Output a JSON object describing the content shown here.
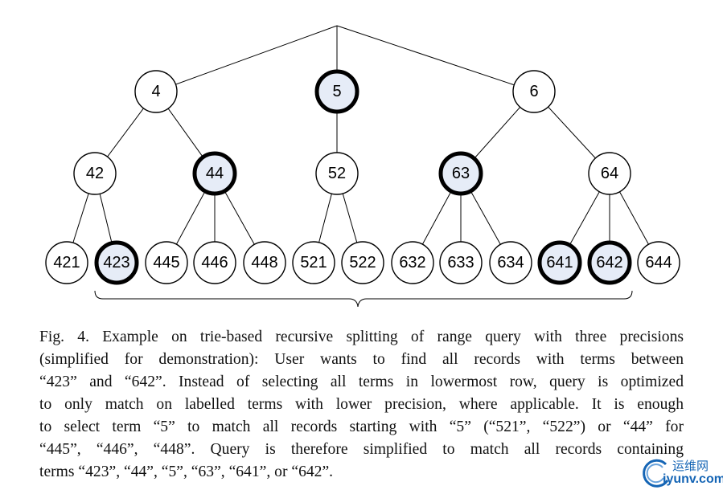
{
  "diagram": {
    "nodes": [
      {
        "id": "4",
        "label": "4",
        "highlighted": false
      },
      {
        "id": "5",
        "label": "5",
        "highlighted": true
      },
      {
        "id": "6",
        "label": "6",
        "highlighted": false
      },
      {
        "id": "42",
        "label": "42",
        "highlighted": false
      },
      {
        "id": "44",
        "label": "44",
        "highlighted": true
      },
      {
        "id": "52",
        "label": "52",
        "highlighted": false
      },
      {
        "id": "63",
        "label": "63",
        "highlighted": true
      },
      {
        "id": "64",
        "label": "64",
        "highlighted": false
      },
      {
        "id": "421",
        "label": "421",
        "highlighted": false
      },
      {
        "id": "423",
        "label": "423",
        "highlighted": true
      },
      {
        "id": "445",
        "label": "445",
        "highlighted": false
      },
      {
        "id": "446",
        "label": "446",
        "highlighted": false
      },
      {
        "id": "448",
        "label": "448",
        "highlighted": false
      },
      {
        "id": "521",
        "label": "521",
        "highlighted": false
      },
      {
        "id": "522",
        "label": "522",
        "highlighted": false
      },
      {
        "id": "632",
        "label": "632",
        "highlighted": false
      },
      {
        "id": "633",
        "label": "633",
        "highlighted": false
      },
      {
        "id": "634",
        "label": "634",
        "highlighted": false
      },
      {
        "id": "641",
        "label": "641",
        "highlighted": true
      },
      {
        "id": "642",
        "label": "642",
        "highlighted": true
      },
      {
        "id": "644",
        "label": "644",
        "highlighted": false
      }
    ],
    "edges": [
      [
        "root",
        "4"
      ],
      [
        "root",
        "5"
      ],
      [
        "root",
        "6"
      ],
      [
        "4",
        "42"
      ],
      [
        "4",
        "44"
      ],
      [
        "5",
        "52"
      ],
      [
        "6",
        "63"
      ],
      [
        "6",
        "64"
      ],
      [
        "42",
        "421"
      ],
      [
        "42",
        "423"
      ],
      [
        "44",
        "445"
      ],
      [
        "44",
        "446"
      ],
      [
        "44",
        "448"
      ],
      [
        "52",
        "521"
      ],
      [
        "52",
        "522"
      ],
      [
        "63",
        "632"
      ],
      [
        "63",
        "633"
      ],
      [
        "63",
        "634"
      ],
      [
        "64",
        "641"
      ],
      [
        "64",
        "642"
      ],
      [
        "64",
        "644"
      ]
    ],
    "highlight_fill": "#e6ecf7",
    "normal_fill": "#ffffff"
  },
  "caption": {
    "lines": [
      "Fig. 4. Example on trie-based recursive splitting of range query with three precisions",
      "(simplified for demonstration): User wants to find all records with terms between",
      "“423” and “642”. Instead of selecting all terms in lowermost row, query is optimized",
      "to only match on labelled terms with lower precision, where applicable. It is enough",
      "to select term “5” to match all records starting with “5” (“521”, “522”) or “44” for",
      "“445”, “446”, “448”. Query is therefore simplified to match all records containing",
      "terms “423”, “44”, “5”, “63”, “641”, or “642”."
    ]
  },
  "watermark": {
    "cn": "运维网",
    "en": "iyunv.com",
    "color": "#1565b5"
  }
}
